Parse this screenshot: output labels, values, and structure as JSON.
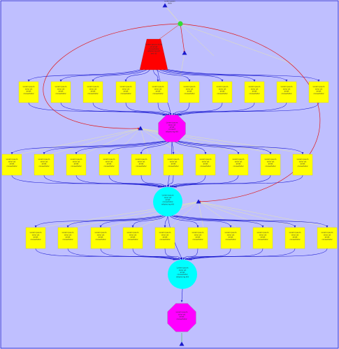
{
  "diagram": {
    "background": "#bfbfff",
    "border": "#2b2bd6",
    "edge_main": "#1a1ad0",
    "edge_red": "#e01b1b",
    "edge_pale": "#e6e6aa",
    "edge_green": "#2ecc40",
    "node_yellow": "#ffff00",
    "node_red": "#ff0000",
    "node_magenta": "#ff00ff",
    "node_cyan": "#00ffff",
    "node_green": "#33dd33",
    "triangle": "#1a1acc",
    "top_label": [
      "Lorem ipsum",
      "dolor"
    ],
    "trapezoid_label": [
      "Lorem ipsum dolor",
      "sit amet",
      "consectetur",
      "adipiscing elit",
      "sed do"
    ],
    "yellow_label": [
      "Lorem ipsum",
      "dolor sit",
      "amet",
      "consectetur"
    ],
    "octagon1_label": [
      "Lorem ipsum",
      "dolor sit",
      "amet",
      "consect",
      "adipiscing elit"
    ],
    "circle1_label": [
      "Lorem ipsum",
      "dolor sit",
      "amet",
      "consectetur",
      "adipiscing elit"
    ],
    "circle2_label": [
      "Lorem ipsum",
      "dolor sit",
      "amet",
      "consectetur",
      "adipiscing elit"
    ],
    "octagon2_label": [
      "Lorem ipsum",
      "dolor sit",
      "amet",
      "consectetur"
    ]
  }
}
